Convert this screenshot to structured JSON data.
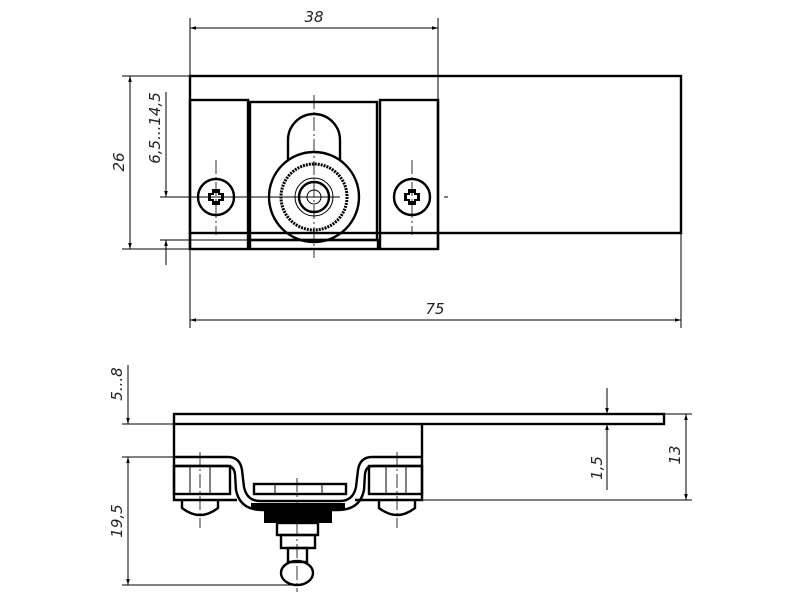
{
  "top_view": {
    "dim_width_lock": "38",
    "dim_total_length": "75",
    "dim_height": "26",
    "dim_adjust_range": "6,5...14,5"
  },
  "side_view": {
    "dim_gap": "5...8",
    "dim_depth": "19,5",
    "dim_plate_thickness": "1,5",
    "dim_total_height": "13"
  },
  "colors": {
    "line": "#000000",
    "background": "#ffffff"
  }
}
